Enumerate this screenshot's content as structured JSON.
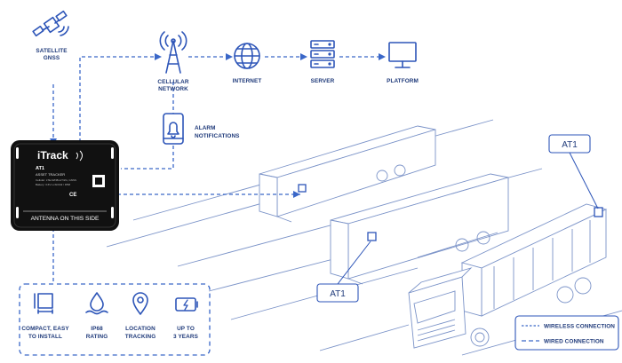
{
  "network": {
    "satellite_line1": "SATELLITE",
    "satellite_line2": "GNSS",
    "cellular_line1": "CELLULAR",
    "cellular_line2": "NETWORK",
    "internet": "INTERNET",
    "server": "SERVER",
    "platform": "PLATFORM",
    "alarm_line1": "ALARM",
    "alarm_line2": "NOTIFICATIONS"
  },
  "device": {
    "brand": "iTrack",
    "model": "AT1",
    "subtitle": "ASSET TRACKER",
    "spec_line1": "Cellular: LTE-M/NB-IoT/2G, GNSS",
    "spec_line2": "Battery: 3.6V Li-SOCl2 / IP68",
    "footer": "ANTENNA ON THIS SIDE"
  },
  "tags": {
    "trailer_tag": "AT1",
    "truck_tag": "AT1"
  },
  "features": [
    {
      "icon": "compact-icon",
      "line1": "COMPACT, EASY",
      "line2": "TO INSTALL"
    },
    {
      "icon": "water-resistant-icon",
      "line1": "IP68",
      "line2": "RATING"
    },
    {
      "icon": "location-pin-icon",
      "line1": "LOCATION",
      "line2": "TRACKING"
    },
    {
      "icon": "battery-icon",
      "line1": "UP TO",
      "line2": "3 YEARS"
    }
  ],
  "legend": {
    "wireless": "WIRELESS CONNECTION",
    "wired": "WIRED CONNECTION"
  },
  "colors": {
    "primary": "#2d55b8",
    "label": "#1f3a7a",
    "device": "#111111",
    "context": "#7b93c8"
  }
}
